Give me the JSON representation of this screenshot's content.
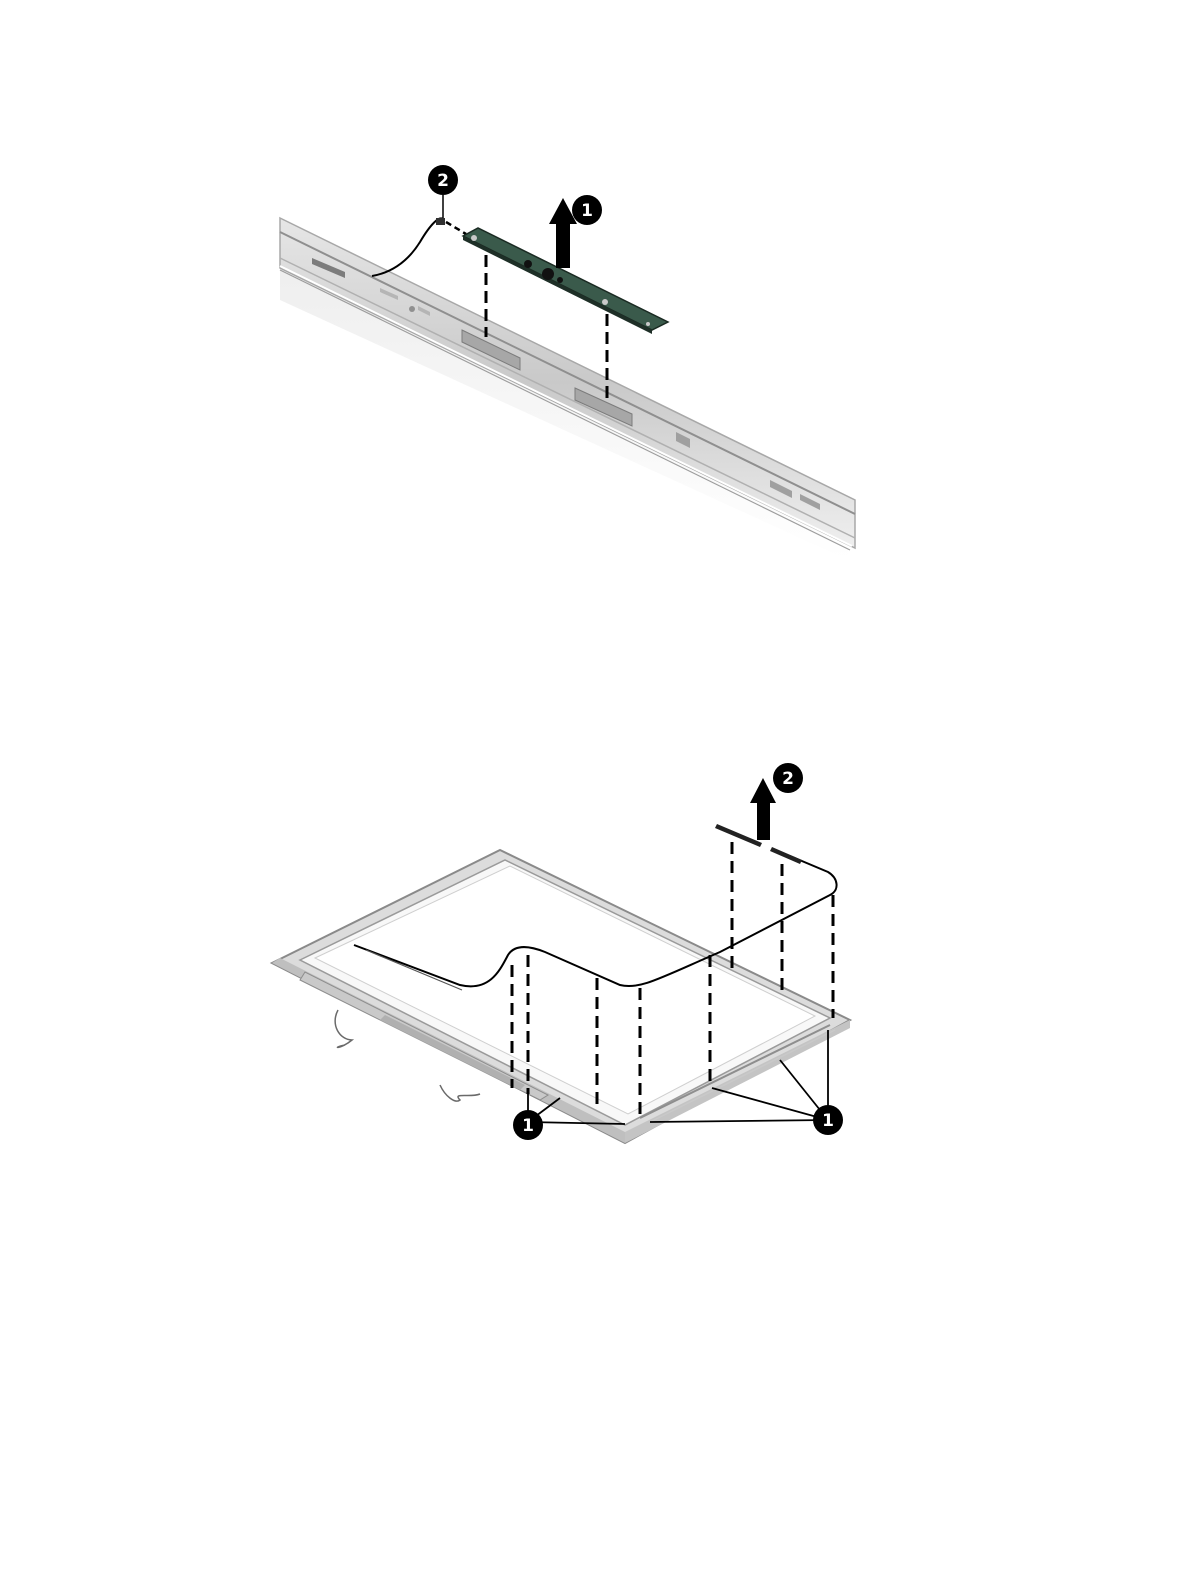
{
  "figures": [
    {
      "callouts": [
        {
          "label": "1",
          "role": "lift-webcam-module"
        },
        {
          "label": "2",
          "role": "disconnect-cable"
        }
      ]
    },
    {
      "callouts": [
        {
          "label": "1",
          "role": "release-points"
        },
        {
          "label": "2",
          "role": "lift-antenna"
        }
      ]
    }
  ],
  "colors": {
    "line": "#000000",
    "bezel": "#c8c8c8",
    "bezel_dark": "#9a9a9a",
    "board": "#2f4a3e",
    "panel": "#f7f7f7"
  }
}
